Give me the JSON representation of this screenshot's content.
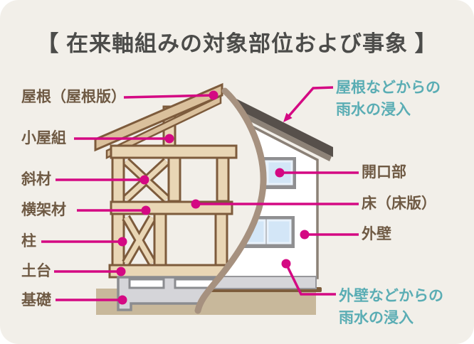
{
  "title": "【 在来軸組みの対象部位および事象 】",
  "labels": {
    "left": [
      {
        "id": "roof-panel",
        "text": "屋根（屋根版）"
      },
      {
        "id": "koyagumi",
        "text": "小屋組"
      },
      {
        "id": "shazai",
        "text": "斜材"
      },
      {
        "id": "oukazai",
        "text": "横架材"
      },
      {
        "id": "hashira",
        "text": "柱"
      },
      {
        "id": "dodai",
        "text": "土台"
      },
      {
        "id": "kiso",
        "text": "基礎"
      }
    ],
    "right": [
      {
        "id": "kaikoubu",
        "text": "開口部"
      },
      {
        "id": "yuka",
        "text": "床（床版）"
      },
      {
        "id": "gaiheki",
        "text": "外壁"
      }
    ],
    "hazards": {
      "roof": {
        "line1": "屋根などからの",
        "line2": "雨水の浸入"
      },
      "wall": {
        "line1": "外壁などからの",
        "line2": "雨水の浸入"
      }
    }
  },
  "colors": {
    "background": "#f2efe9",
    "title_gray": "#4c4c4a",
    "label_brown": "#6f5a44",
    "hazard_teal": "#5aadb4",
    "accent_magenta": "#d40983",
    "wood_tan": "#e9d6b5",
    "wood_brown": "#7d5b3c",
    "roof_dark": "#57504b",
    "foundation_gray": "#d5d5d9",
    "ground_tan": "#c8b89b",
    "divider_taupe": "#a6917f",
    "window_blue": "#d3e6f7"
  }
}
